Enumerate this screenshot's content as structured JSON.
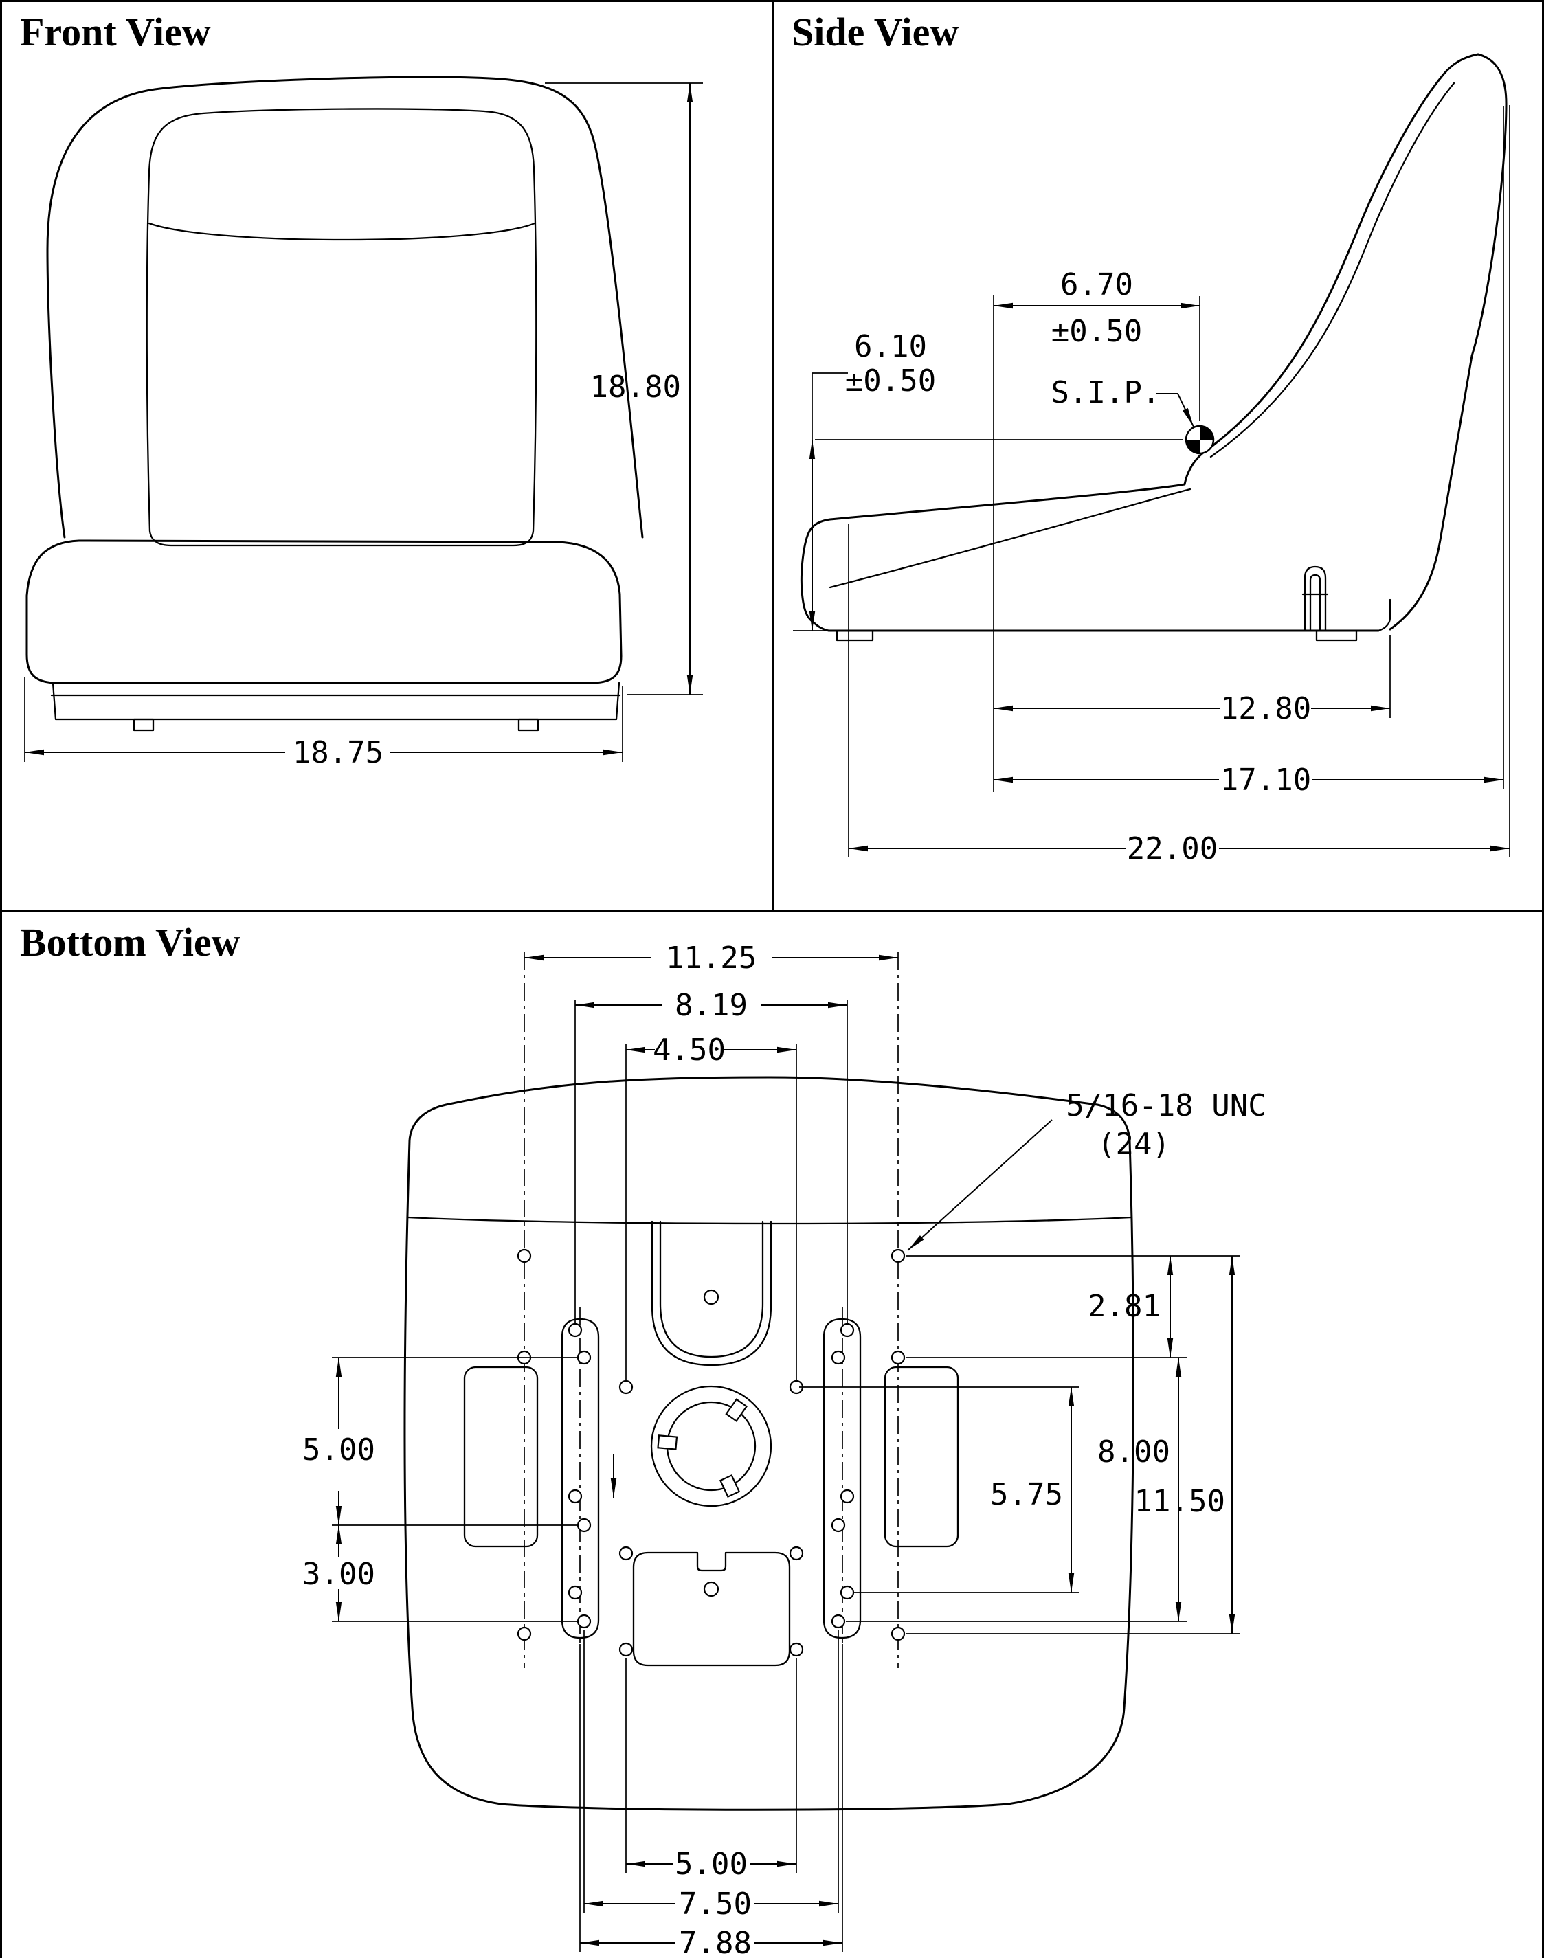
{
  "front_view": {
    "title": "Front View",
    "dim_height": "18.80",
    "dim_width": "18.75"
  },
  "side_view": {
    "title": "Side View",
    "dim_sip_x": "6.70",
    "dim_sip_x_tol": "±0.50",
    "dim_sip_y": "6.10",
    "dim_sip_y_tol": "±0.50",
    "sip_label": "S.I.P.",
    "dim_seat_depth": "12.80",
    "dim_back": "17.10",
    "dim_overall": "22.00"
  },
  "bottom_view": {
    "title": "Bottom View",
    "dim_w_outer": "11.25",
    "dim_w_mid": "8.19",
    "dim_w_inner": "4.50",
    "thread_note": "5/16-18 UNC",
    "thread_qty": "(24)",
    "dim_v_top": "2.81",
    "dim_v_left_upper": "5.00",
    "dim_v_left_lower": "3.00",
    "dim_v_right": "8.00",
    "dim_v_right_inner": "5.75",
    "dim_v_right_outer": "11.50",
    "dim_w_bottom_inner": "5.00",
    "dim_w_bottom_mid": "7.50",
    "dim_w_bottom_outer": "7.88"
  }
}
